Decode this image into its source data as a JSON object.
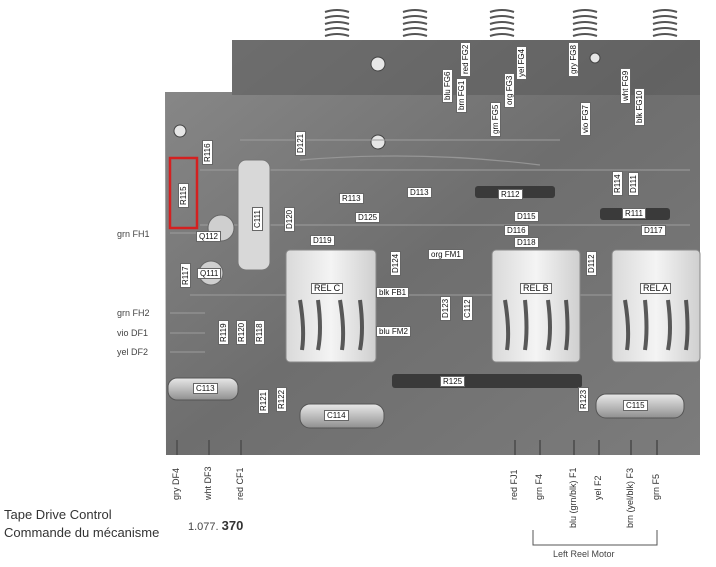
{
  "title": {
    "line1": "Tape Drive Control",
    "line2": "Commande du mécanisme"
  },
  "doc_number": {
    "prefix": "1.077.",
    "number": "370"
  },
  "left_wire_labels": [
    "grn FH1",
    "grn FH2",
    "vio DF1",
    "yel DF2"
  ],
  "bottom_wire_labels": [
    "gry DF4",
    "wht DF3",
    "red CF1"
  ],
  "bottom_right_wire_labels": [
    "red FJ1",
    "grn F4",
    "blu (grn/blk) F1",
    "yel F2",
    "brn (yel/blk) F3",
    "grn F5"
  ],
  "left_reel_motor": "Left Reel Motor",
  "top_wire_labels": [
    "brn FG1",
    "blu FG6",
    "red FG2",
    "grn FG5",
    "org FG3",
    "yel FG4",
    "vio FG7",
    "gry FG8",
    "wht FG9",
    "blk FG10"
  ],
  "components_h": {
    "R113": "R113",
    "D113": "D113",
    "R112": "R112",
    "D125": "D125",
    "D115": "D115",
    "D116": "D116",
    "D118": "D118",
    "D119": "D119",
    "R111": "R111",
    "D117": "D117",
    "Q112": "Q112",
    "Q111": "Q111",
    "R125": "R125",
    "C113": "C113",
    "C114": "C114",
    "C115": "C115",
    "REL_C": "REL C",
    "REL_B": "REL B",
    "REL_A": "REL A"
  },
  "components_v": {
    "R116": "R116",
    "R115": "R115",
    "D121": "D121",
    "C111": "C111",
    "D120": "D120",
    "R117": "R117",
    "R119": "R119",
    "R120": "R120",
    "R118": "R118",
    "R121": "R121",
    "R122": "R122",
    "D124": "D124",
    "D123": "D123",
    "C112": "C112",
    "D112": "D112",
    "R114": "R114",
    "D111": "D111",
    "R123": "R123"
  },
  "wire_tags": {
    "org_FM1": "org FM1",
    "blk_FB1": "blk FB1",
    "blu_FM2": "blu FM2"
  },
  "highlight_color": "#d42020"
}
